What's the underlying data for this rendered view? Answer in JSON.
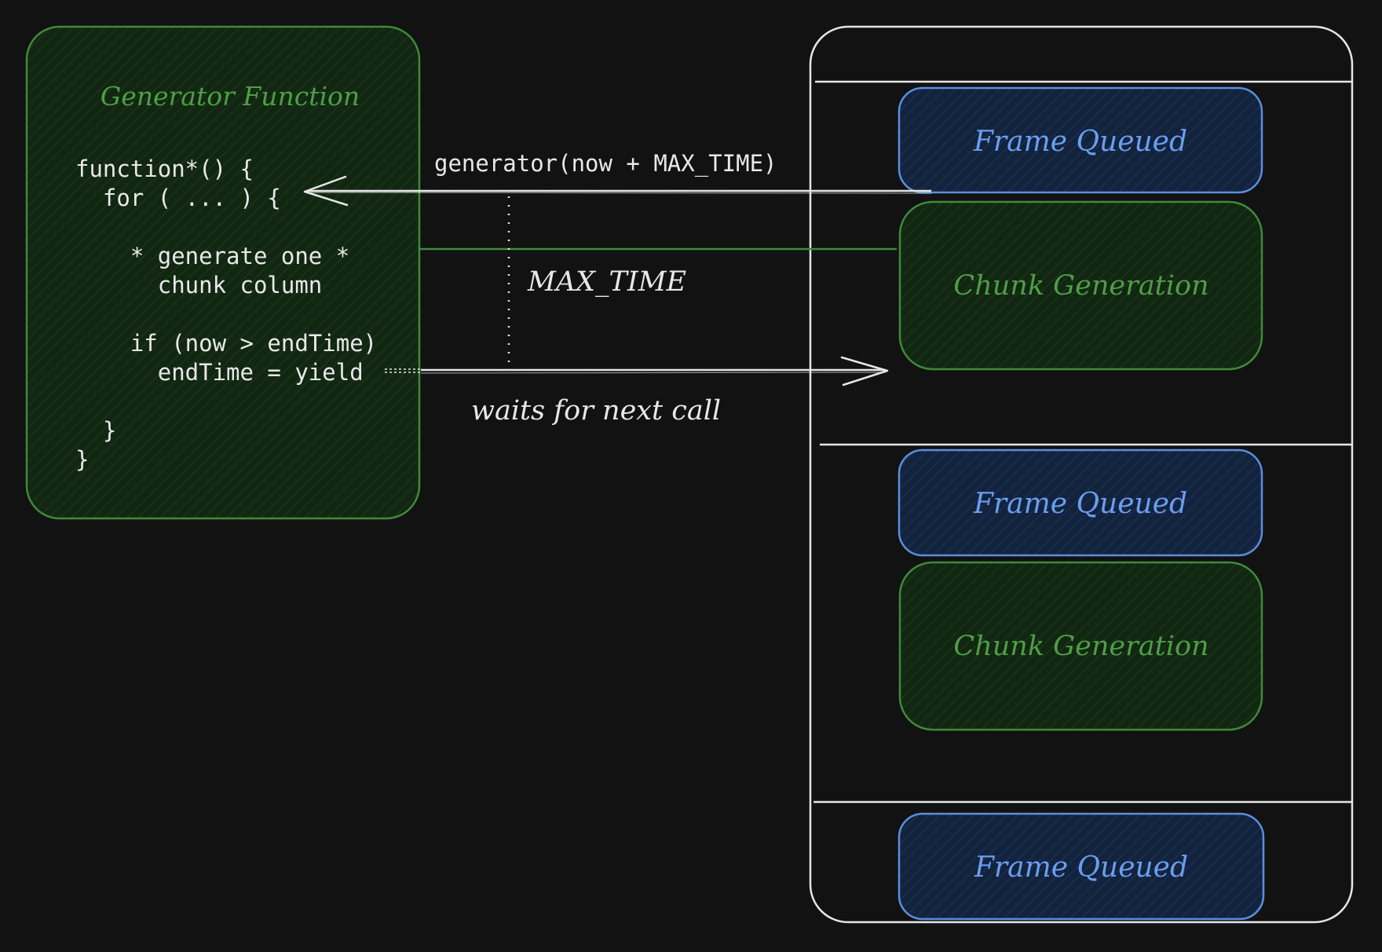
{
  "generator_box": {
    "title": "Generator Function",
    "code_lines": [
      "function*() {",
      "  for ( ... ) {",
      "",
      "    * generate one *",
      "      chunk column",
      "",
      "    if (now > endTime)",
      "      endTime = yield",
      "",
      "  }",
      "}"
    ]
  },
  "labels": {
    "call": "generator(now + MAX_TIME)",
    "max_time": "MAX_TIME",
    "waits": "waits for next call"
  },
  "timeline": {
    "blocks": [
      {
        "type": "frame",
        "label": "Frame Queued"
      },
      {
        "type": "chunk",
        "label": "Chunk Generation"
      },
      {
        "type": "frame",
        "label": "Frame Queued"
      },
      {
        "type": "chunk",
        "label": "Chunk Generation"
      },
      {
        "type": "frame",
        "label": "Frame Queued"
      }
    ]
  },
  "colors": {
    "background": "#121212",
    "stroke": "#e6e6e6",
    "green_stroke": "#3f8a3a",
    "green_text": "#4f9e48",
    "green_fill": "#122712",
    "blue_stroke": "#5b8ede",
    "blue_text": "#6a9ef0",
    "blue_fill": "#13233d",
    "text": "#e8e8e8"
  }
}
